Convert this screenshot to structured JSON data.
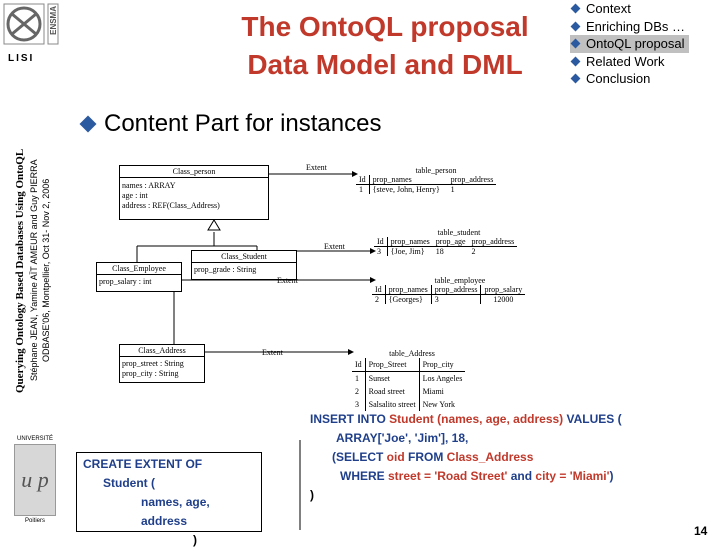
{
  "title": {
    "line1": "The OntoQL proposal",
    "line2": "Data Model and DML"
  },
  "logo_top": {
    "main": "LISI",
    "side": "ENSMA"
  },
  "nav": [
    {
      "label": "Context",
      "active": false
    },
    {
      "label": "Enriching DBs …",
      "active": false
    },
    {
      "label": "OntoQL proposal",
      "active": true
    },
    {
      "label": "Related Work",
      "active": false
    },
    {
      "label": "Conclusion",
      "active": false
    }
  ],
  "heading": "Content Part for instances",
  "sidebar": {
    "title": "Querying Ontology Based Databases Using OntoQL",
    "authors": "Stéphane JEAN, Yamine AÏT AMEUR and Guy PIERRA",
    "venue": "ODBASE'06, Montpellier, Oct 31- Nov 2, 2006"
  },
  "logo_bottom": {
    "top": "UNIVERSITÉ",
    "letters": "u p",
    "bottom": "Poitiers"
  },
  "classes": {
    "person": {
      "name": "Class_person",
      "attrs": [
        "names : ARRAY",
        "age : int",
        "address : REF(Class_Address)"
      ]
    },
    "employee": {
      "name": "Class_Employee",
      "attrs": [
        "prop_salary : int"
      ]
    },
    "student": {
      "name": "Class_Student",
      "attrs": [
        "prop_grade : String"
      ]
    },
    "address": {
      "name": "Class_Address",
      "attrs": [
        "prop_street : String",
        "prop_city : String"
      ]
    }
  },
  "extent_labels": {
    "person": "Extent",
    "student": "Extent",
    "employee": "Extent",
    "address": "Extent"
  },
  "tables": {
    "person": {
      "caption": "table_person",
      "headers": [
        "Id",
        "prop_names",
        "prop_address"
      ],
      "rows": [
        [
          "1",
          "{steve, John, Henry}",
          "1"
        ]
      ]
    },
    "student": {
      "caption": "table_student",
      "headers": [
        "Id",
        "prop_names",
        "prop_age",
        "prop_address"
      ],
      "rows": [
        [
          "3",
          "{Joe, Jim}",
          "18",
          "2"
        ]
      ]
    },
    "employee": {
      "caption": "table_employee",
      "headers": [
        "Id",
        "prop_names",
        "prop_address",
        "prop_salary"
      ],
      "rows": [
        [
          "2",
          "{Georges}",
          "3",
          "12000"
        ]
      ]
    },
    "address": {
      "caption": "table_Address",
      "headers": [
        "Id",
        "Prop_Street",
        "Prop_city"
      ],
      "rows": [
        [
          "1",
          "Sunset",
          "Los Angeles"
        ],
        [
          "2",
          "Road street",
          "Miami"
        ],
        [
          "3",
          "Salsalito street",
          "New York"
        ]
      ]
    }
  },
  "create_extent": {
    "line1": "CREATE EXTENT OF",
    "line2": "Student  (",
    "line3": "names, age, address",
    "line4": ")"
  },
  "insert": {
    "kw1": "INSERT INTO ",
    "v1": "Student (names, age, address) ",
    "kw2": "VALUES (",
    "arr": "ARRAY['Joe', 'Jim'], 18,",
    "open": "(SELECT ",
    "oid": "oid ",
    "from": "FROM ",
    "cls": "Class_Address",
    "where": "WHERE ",
    "cond1": "street = 'Road Street' ",
    "and": "and ",
    "cond2": "city = 'Miami'",
    "close1": ")",
    "close2": ")"
  },
  "page_number": "14",
  "colors": {
    "title": "#c0392b",
    "bullet": "#2c5aa0",
    "sql_value": "#c0392b",
    "sql_keyword": "#1f3f8a"
  }
}
